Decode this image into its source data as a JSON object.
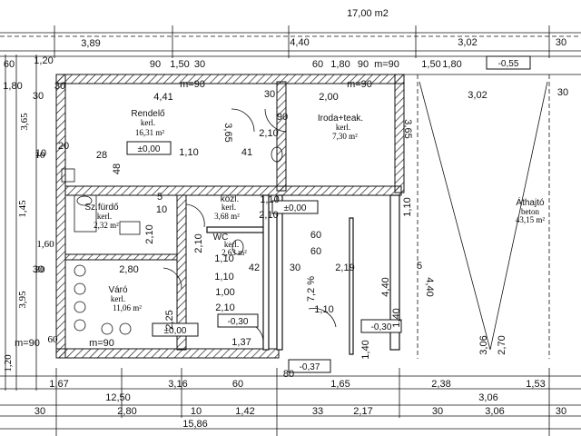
{
  "top_partial": "17,00 m2",
  "top_dims_row1": [
    "3,89",
    "4,40",
    "3,02",
    "30"
  ],
  "top_dims_row2": [
    "30",
    "4,41",
    "m=90",
    "2,00",
    "m=90",
    "3,02",
    "30"
  ],
  "top_side_marks": [
    "60",
    "1,20",
    "1,80",
    "30",
    "90",
    "1,50",
    "30",
    "30",
    "60",
    "1,80",
    "m=90",
    "90",
    "1,50",
    "1,80"
  ],
  "left_dims": [
    "3,65",
    "10",
    "1,45",
    "1,60",
    "30",
    "3,95",
    "60",
    "1,20"
  ],
  "bottom_dims_row1": [
    "1,67",
    "3,16",
    "60",
    "1,65",
    "2,38",
    "1,53"
  ],
  "bottom_dims_row2": [
    "12,50",
    "3,06"
  ],
  "bottom_dims_row3": [
    "30",
    "2,80",
    "10",
    "1,42",
    "33",
    "2,17",
    "30",
    "3,06",
    "30"
  ],
  "bottom_dims_row4": [
    "15,86"
  ],
  "rooms": [
    {
      "name": "Rendelő",
      "type": "kerl.",
      "area": "16,31 m²"
    },
    {
      "name": "Iroda+teak.",
      "type": "kerl.",
      "area": "7,30 m²"
    },
    {
      "name": "Sz.fürdő",
      "type": "kerl.",
      "area": "2,32 m²"
    },
    {
      "name": "közl.",
      "type": "kerl.",
      "area": "3,68 m²"
    },
    {
      "name": "WC",
      "type": "kerl.",
      "area": "2,63 m²"
    },
    {
      "name": "Váró",
      "type": "kerl.",
      "area": "11,06 m²"
    },
    {
      "name": "Áthajtó",
      "type": "beton",
      "area": "43,15 m²"
    }
  ],
  "levels": [
    "±0,00",
    "±0,00",
    "±0,00",
    "-0,30",
    "-0,30",
    "-0,37",
    "-0,55"
  ],
  "interior_marks": [
    "90",
    "2,10",
    "1,10",
    "3,65",
    "3,65",
    "41",
    "28",
    "48",
    "10",
    "20",
    "5",
    "10",
    "1,10",
    "2,10",
    "60",
    "60",
    "1,10",
    "42",
    "30",
    "2,19",
    "2,80",
    "30",
    "1,00",
    "2,10",
    "7,2 %",
    "4,40",
    "5",
    "4,40",
    "1,10",
    "1,40",
    "1,10",
    "2,25",
    "2,10",
    "1,37",
    "3,06",
    "2,70",
    "m=90",
    "m=90",
    "1,10",
    "80",
    "1,40",
    "2,10"
  ]
}
